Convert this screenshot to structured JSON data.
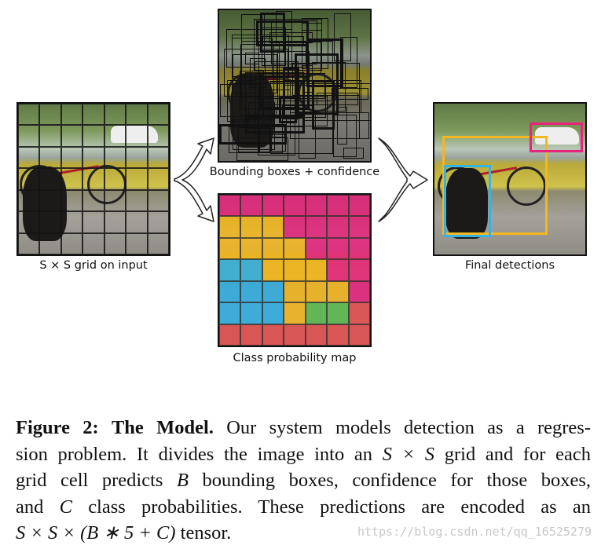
{
  "figure": {
    "panels": {
      "input": {
        "label": "S × S grid on input"
      },
      "boxes": {
        "label": "Bounding boxes + confidence"
      },
      "classmap": {
        "label": "Class probability map",
        "grid": [
          [
            "P",
            "P",
            "P",
            "P",
            "P",
            "P",
            "P"
          ],
          [
            "Y",
            "Y",
            "Y",
            "P",
            "P",
            "P",
            "P"
          ],
          [
            "Y",
            "Y",
            "Y",
            "Y",
            "P",
            "P",
            "P"
          ],
          [
            "B",
            "B",
            "Y",
            "Y",
            "Y",
            "P",
            "P"
          ],
          [
            "B",
            "B",
            "B",
            "Y",
            "Y",
            "Y",
            "P"
          ],
          [
            "B",
            "B",
            "B",
            "Y",
            "G",
            "G",
            "R"
          ],
          [
            "R",
            "R",
            "R",
            "R",
            "R",
            "R",
            "R"
          ]
        ],
        "colors": {
          "P": "#e4277f",
          "Y": "#f0b523",
          "B": "#34aee0",
          "G": "#5cb94f",
          "R": "#e0504f"
        }
      },
      "final": {
        "label": "Final detections",
        "box_colors": [
          "#f4b71f",
          "#36b3e6",
          "#e8247d"
        ]
      }
    },
    "caption": {
      "figure_num": "Figure 2:",
      "title": "The Model.",
      "line1": "Our system models detection as a regres-",
      "line2a": "sion problem. It divides the image into an",
      "line2m": "S × S",
      "line2b": "grid and for each",
      "line3a": "grid cell predicts",
      "line3m": "B",
      "line3b": "bounding boxes, confidence for those boxes,",
      "line4a": "and",
      "line4m": "C",
      "line4b": "class probabilities.  These predictions are encoded as an",
      "line5m": "S × S × (B ∗ 5 + C)",
      "line5b": "tensor."
    },
    "watermark": "https://blog.csdn.net/qq_16525279"
  }
}
